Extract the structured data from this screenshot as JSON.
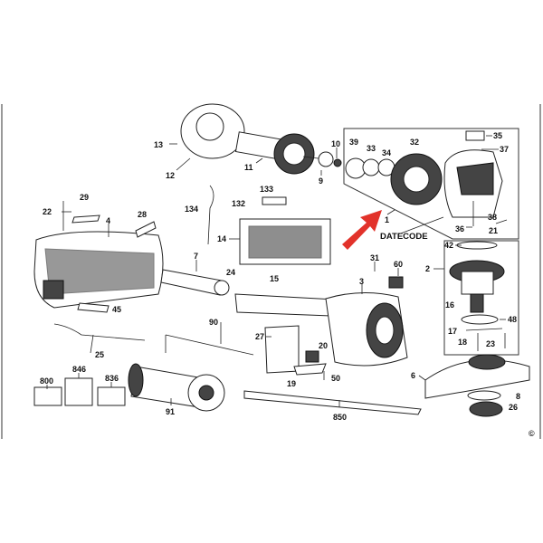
{
  "diagram": {
    "title": "Exploded parts diagram - angle grinder",
    "callout_text": "DATECODE",
    "copyright": "©",
    "arrow_color": "#e2322a",
    "part_labels": {
      "p1": "1",
      "p2": "2",
      "p3": "3",
      "p4": "4",
      "p6": "6",
      "p7": "7",
      "p8": "8",
      "p9": "9",
      "p10": "10",
      "p11": "11",
      "p12": "12",
      "p13": "13",
      "p14": "14",
      "p15": "15",
      "p16": "16",
      "p17": "17",
      "p18": "18",
      "p19": "19",
      "p20": "20",
      "p21": "21",
      "p22": "22",
      "p23": "23",
      "p24": "24",
      "p25": "25",
      "p26": "26",
      "p27": "27",
      "p28": "28",
      "p29": "29",
      "p31": "31",
      "p32": "32",
      "p33": "33",
      "p34": "34",
      "p35": "35",
      "p36": "36",
      "p37": "37",
      "p38": "38",
      "p39": "39",
      "p42": "42",
      "p45": "45",
      "p48": "48",
      "p50": "50",
      "p60": "60",
      "p90": "90",
      "p91": "91",
      "p132": "132",
      "p133": "133",
      "p134": "134",
      "p800": "800",
      "p836": "836",
      "p846": "846",
      "p850": "850"
    }
  }
}
